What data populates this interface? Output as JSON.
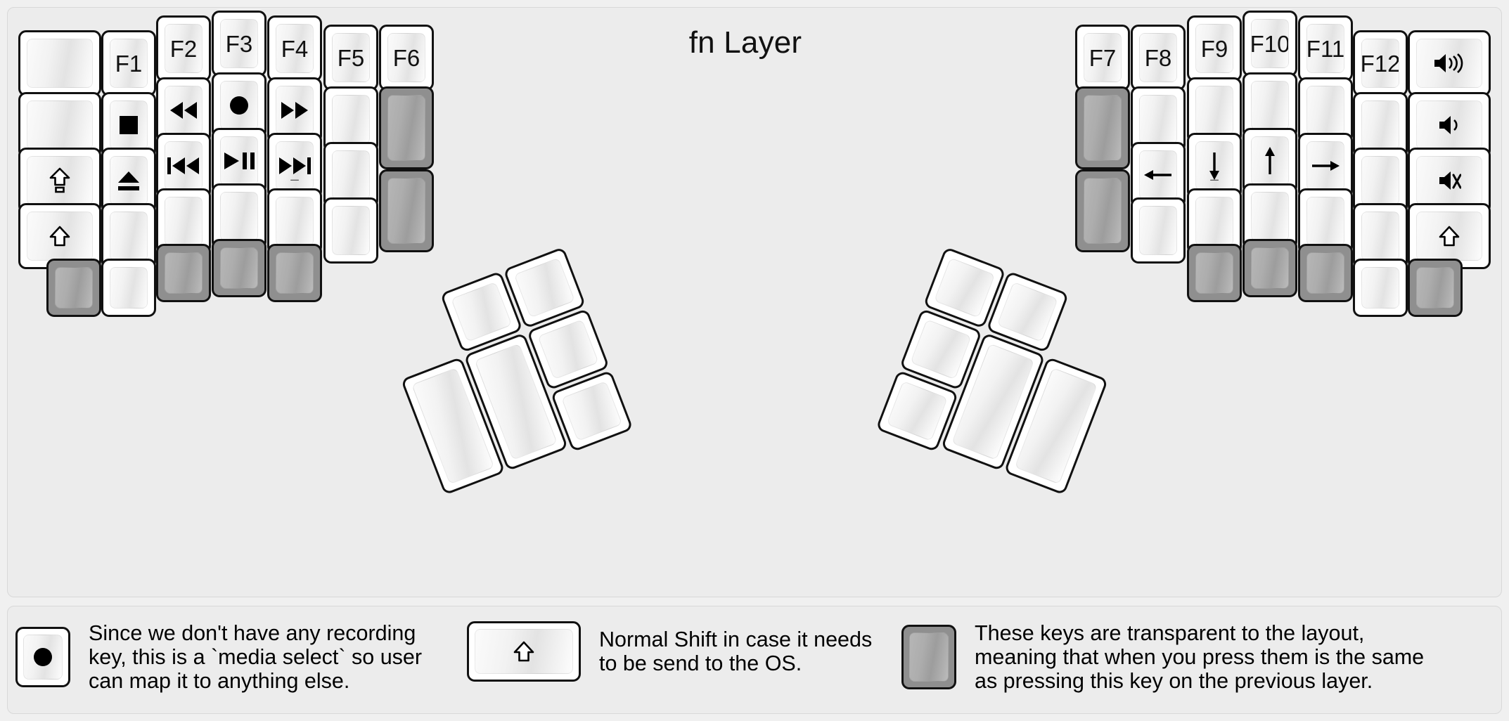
{
  "title": "fn Layer",
  "colors": {
    "background": "#f0f0f0",
    "panel": "#ececec",
    "keycap_white": "#ffffff",
    "keycap_transparent": "#8f8f8f",
    "outline": "#111111",
    "text": "#000000"
  },
  "icons": {
    "stop": "stop-icon",
    "eject": "eject-icon",
    "caps_lock": "caps-lock-icon",
    "shift": "shift-icon",
    "rewind": "rewind-icon",
    "record": "record-icon",
    "fast_forward": "fast-forward-icon",
    "prev_track": "previous-track-icon",
    "play_pause": "play-pause-icon",
    "next_track": "next-track-icon",
    "arrow_left": "arrow-left-icon",
    "arrow_down": "arrow-down-icon",
    "arrow_up": "arrow-up-icon",
    "arrow_right": "arrow-right-icon",
    "volume_up": "volume-up-icon",
    "volume_down": "volume-down-icon",
    "volume_mute": "volume-mute-icon",
    "blank": "blank"
  },
  "left_half": {
    "columns": [
      {
        "name": "col-1",
        "keys": [
          {
            "label": "",
            "icon": "blank",
            "state": "normal"
          },
          {
            "label": "",
            "icon": "blank",
            "state": "normal"
          },
          {
            "label": "",
            "icon": "caps-lock-icon",
            "state": "normal"
          },
          {
            "label": "",
            "icon": "shift-icon",
            "state": "normal"
          },
          {
            "label": "",
            "icon": "blank",
            "state": "transparent"
          }
        ]
      },
      {
        "name": "col-2",
        "keys": [
          {
            "label": "F1",
            "icon": "blank",
            "state": "normal"
          },
          {
            "label": "",
            "icon": "stop-icon",
            "state": "normal"
          },
          {
            "label": "",
            "icon": "eject-icon",
            "state": "normal"
          },
          {
            "label": "",
            "icon": "blank",
            "state": "normal"
          },
          {
            "label": "",
            "icon": "blank",
            "state": "normal"
          }
        ]
      },
      {
        "name": "col-3",
        "keys": [
          {
            "label": "F2",
            "icon": "blank",
            "state": "normal"
          },
          {
            "label": "",
            "icon": "rewind-icon",
            "state": "normal"
          },
          {
            "label": "",
            "icon": "previous-track-icon",
            "state": "normal"
          },
          {
            "label": "",
            "icon": "blank",
            "state": "normal"
          },
          {
            "label": "",
            "icon": "blank",
            "state": "transparent"
          }
        ]
      },
      {
        "name": "col-4",
        "keys": [
          {
            "label": "F3",
            "icon": "blank",
            "state": "normal"
          },
          {
            "label": "",
            "icon": "record-icon",
            "state": "normal"
          },
          {
            "label": "",
            "icon": "play-pause-icon",
            "state": "normal"
          },
          {
            "label": "",
            "icon": "blank",
            "state": "normal"
          },
          {
            "label": "",
            "icon": "blank",
            "state": "transparent"
          }
        ]
      },
      {
        "name": "col-5",
        "keys": [
          {
            "label": "F4",
            "icon": "blank",
            "state": "normal"
          },
          {
            "label": "",
            "icon": "fast-forward-icon",
            "state": "normal"
          },
          {
            "label": "",
            "icon": "next-track-icon",
            "state": "normal",
            "sub": "_"
          },
          {
            "label": "",
            "icon": "blank",
            "state": "normal"
          },
          {
            "label": "",
            "icon": "blank",
            "state": "transparent"
          }
        ]
      },
      {
        "name": "col-6",
        "keys": [
          {
            "label": "F5",
            "icon": "blank",
            "state": "normal"
          },
          {
            "label": "",
            "icon": "blank",
            "state": "normal"
          },
          {
            "label": "",
            "icon": "blank",
            "state": "normal"
          },
          {
            "label": "",
            "icon": "blank",
            "state": "normal"
          }
        ]
      },
      {
        "name": "col-7",
        "keys": [
          {
            "label": "F6",
            "icon": "blank",
            "state": "normal"
          },
          {
            "label": "",
            "icon": "blank",
            "state": "transparent"
          },
          {
            "label": "",
            "icon": "blank",
            "state": "transparent"
          }
        ]
      }
    ]
  },
  "right_half": {
    "columns": [
      {
        "name": "col-1",
        "keys": [
          {
            "label": "F7",
            "icon": "blank",
            "state": "normal"
          },
          {
            "label": "",
            "icon": "blank",
            "state": "transparent"
          },
          {
            "label": "",
            "icon": "blank",
            "state": "transparent"
          }
        ]
      },
      {
        "name": "col-2",
        "keys": [
          {
            "label": "F8",
            "icon": "blank",
            "state": "normal"
          },
          {
            "label": "",
            "icon": "blank",
            "state": "normal"
          },
          {
            "label": "",
            "icon": "arrow-left-icon",
            "state": "normal"
          },
          {
            "label": "",
            "icon": "blank",
            "state": "normal"
          }
        ]
      },
      {
        "name": "col-3",
        "keys": [
          {
            "label": "F9",
            "icon": "blank",
            "state": "normal"
          },
          {
            "label": "",
            "icon": "blank",
            "state": "normal"
          },
          {
            "label": "",
            "icon": "arrow-down-icon",
            "state": "normal",
            "sub": "_"
          },
          {
            "label": "",
            "icon": "blank",
            "state": "normal"
          },
          {
            "label": "",
            "icon": "blank",
            "state": "transparent"
          }
        ]
      },
      {
        "name": "col-4",
        "keys": [
          {
            "label": "F10",
            "icon": "blank",
            "state": "normal"
          },
          {
            "label": "",
            "icon": "blank",
            "state": "normal"
          },
          {
            "label": "",
            "icon": "arrow-up-icon",
            "state": "normal"
          },
          {
            "label": "",
            "icon": "blank",
            "state": "normal"
          },
          {
            "label": "",
            "icon": "blank",
            "state": "transparent"
          }
        ]
      },
      {
        "name": "col-5",
        "keys": [
          {
            "label": "F11",
            "icon": "blank",
            "state": "normal"
          },
          {
            "label": "",
            "icon": "blank",
            "state": "normal"
          },
          {
            "label": "",
            "icon": "arrow-right-icon",
            "state": "normal"
          },
          {
            "label": "",
            "icon": "blank",
            "state": "normal"
          },
          {
            "label": "",
            "icon": "blank",
            "state": "transparent"
          }
        ]
      },
      {
        "name": "col-6",
        "keys": [
          {
            "label": "F12",
            "icon": "blank",
            "state": "normal"
          },
          {
            "label": "",
            "icon": "blank",
            "state": "normal"
          },
          {
            "label": "",
            "icon": "blank",
            "state": "normal"
          },
          {
            "label": "",
            "icon": "blank",
            "state": "normal"
          },
          {
            "label": "",
            "icon": "blank",
            "state": "normal"
          }
        ]
      },
      {
        "name": "col-7",
        "keys": [
          {
            "label": "",
            "icon": "volume-up-icon",
            "state": "normal"
          },
          {
            "label": "",
            "icon": "volume-down-icon",
            "state": "normal"
          },
          {
            "label": "",
            "icon": "volume-mute-icon",
            "state": "normal"
          },
          {
            "label": "",
            "icon": "shift-icon",
            "state": "normal"
          },
          {
            "label": "",
            "icon": "blank",
            "state": "transparent"
          }
        ]
      }
    ]
  },
  "thumb_left": {
    "keys": [
      {
        "name": "thumb-left-big-1",
        "icon": "blank",
        "state": "normal"
      },
      {
        "name": "thumb-left-big-2",
        "icon": "blank",
        "state": "normal"
      },
      {
        "name": "thumb-left-small-1",
        "icon": "blank",
        "state": "normal"
      },
      {
        "name": "thumb-left-small-2",
        "icon": "blank",
        "state": "normal"
      },
      {
        "name": "thumb-left-small-3",
        "icon": "blank",
        "state": "normal"
      },
      {
        "name": "thumb-left-small-4",
        "icon": "blank",
        "state": "normal"
      }
    ]
  },
  "thumb_right": {
    "keys": [
      {
        "name": "thumb-right-big-1",
        "icon": "blank",
        "state": "normal"
      },
      {
        "name": "thumb-right-big-2",
        "icon": "blank",
        "state": "normal"
      },
      {
        "name": "thumb-right-small-1",
        "icon": "blank",
        "state": "normal"
      },
      {
        "name": "thumb-right-small-2",
        "icon": "blank",
        "state": "normal"
      },
      {
        "name": "thumb-right-small-3",
        "icon": "blank",
        "state": "normal"
      },
      {
        "name": "thumb-right-small-4",
        "icon": "blank",
        "state": "normal"
      }
    ]
  },
  "legend": [
    {
      "key_icon": "record-icon",
      "key_state": "normal",
      "text": "Since we don't have any recording\nkey, this is a `media select` so user\ncan map it to anything else."
    },
    {
      "key_icon": "shift-icon",
      "key_state": "normal",
      "text": "Normal Shift in case it needs\nto be send to the OS."
    },
    {
      "key_icon": "blank",
      "key_state": "transparent",
      "text": "These keys are transparent to the layout,\nmeaning that when you press them is the same\nas pressing this key on the previous layer."
    }
  ]
}
